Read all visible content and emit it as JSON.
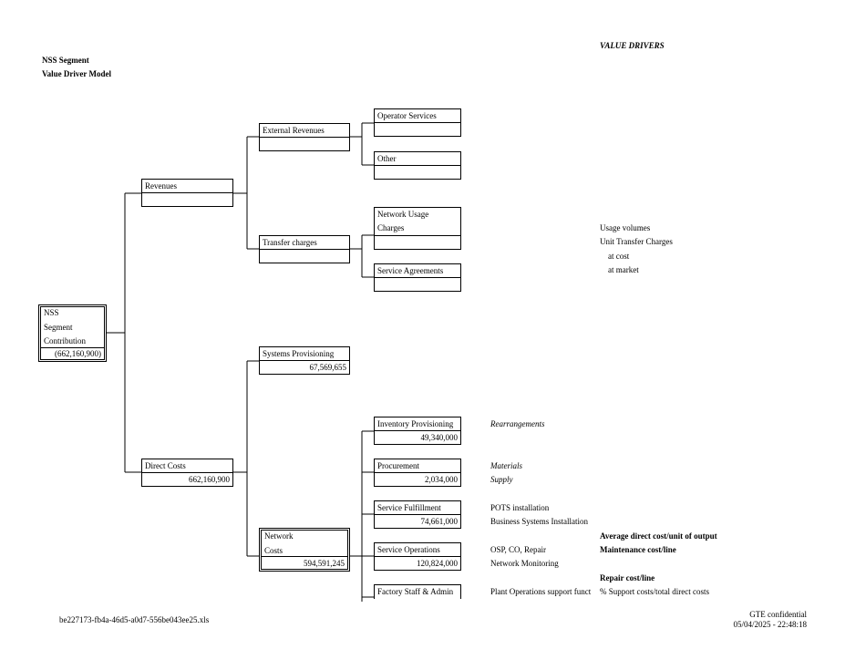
{
  "header": {
    "title": "NSS Segment",
    "subtitle": "Value Driver Model",
    "value_drivers_heading": "VALUE DRIVERS"
  },
  "tree": {
    "root": {
      "label_lines": [
        "NSS",
        "Segment",
        "Contribution"
      ],
      "value": "(662,160,900)"
    },
    "revenues": {
      "label": "Revenues",
      "value": ""
    },
    "external_revenues": {
      "label": "External Revenues",
      "value": ""
    },
    "operator_services": {
      "label": "Operator Services",
      "value": ""
    },
    "other": {
      "label": "Other",
      "value": ""
    },
    "transfer_charges": {
      "label": "Transfer charges",
      "value": ""
    },
    "network_usage_charges": {
      "label_lines": [
        "Network Usage",
        "Charges"
      ],
      "value": ""
    },
    "service_agreements": {
      "label": "Service Agreements",
      "value": ""
    },
    "systems_provisioning": {
      "label": "Systems Provisioning",
      "value": "67,569,655"
    },
    "direct_costs": {
      "label": "Direct Costs",
      "value": "662,160,900"
    },
    "network_costs": {
      "label_lines": [
        "Network",
        "Costs"
      ],
      "value": "594,591,245"
    },
    "inventory_provisioning": {
      "label": "Inventory Provisioning",
      "value": "49,340,000"
    },
    "procurement": {
      "label": "Procurement",
      "value": "2,034,000"
    },
    "service_fulfillment": {
      "label": "Service Fulfillment",
      "value": "74,661,000"
    },
    "service_operations": {
      "label": "Service Operations",
      "value": "120,824,000"
    },
    "factory_staff": {
      "label": "Factory Staff & Admin"
    }
  },
  "drivers": {
    "usage_volumes": "Usage volumes",
    "unit_transfer_charges": "Unit Transfer Charges",
    "at_cost": "at cost",
    "at_market": "at market",
    "rearrangements": "Rearrangements",
    "materials": "Materials",
    "supply": "Supply",
    "pots_installation": "POTS installation",
    "business_systems_installation": "Business Systems Installation",
    "avg_direct_cost": "Average direct cost/unit of output",
    "osp_co_repair": "OSP, CO, Repair",
    "maintenance_cost": "Maintenance cost/line",
    "network_monitoring": "Network Monitoring",
    "repair_cost": "Repair cost/line",
    "plant_operations": "Plant Operations support funct",
    "support_costs": "% Support costs/total direct costs"
  },
  "footer": {
    "filename": "be227173-fb4a-46d5-a0d7-556be043ee25.xls",
    "confidential": "GTE confidential",
    "timestamp": "05/04/2025 - 22:48:18"
  }
}
